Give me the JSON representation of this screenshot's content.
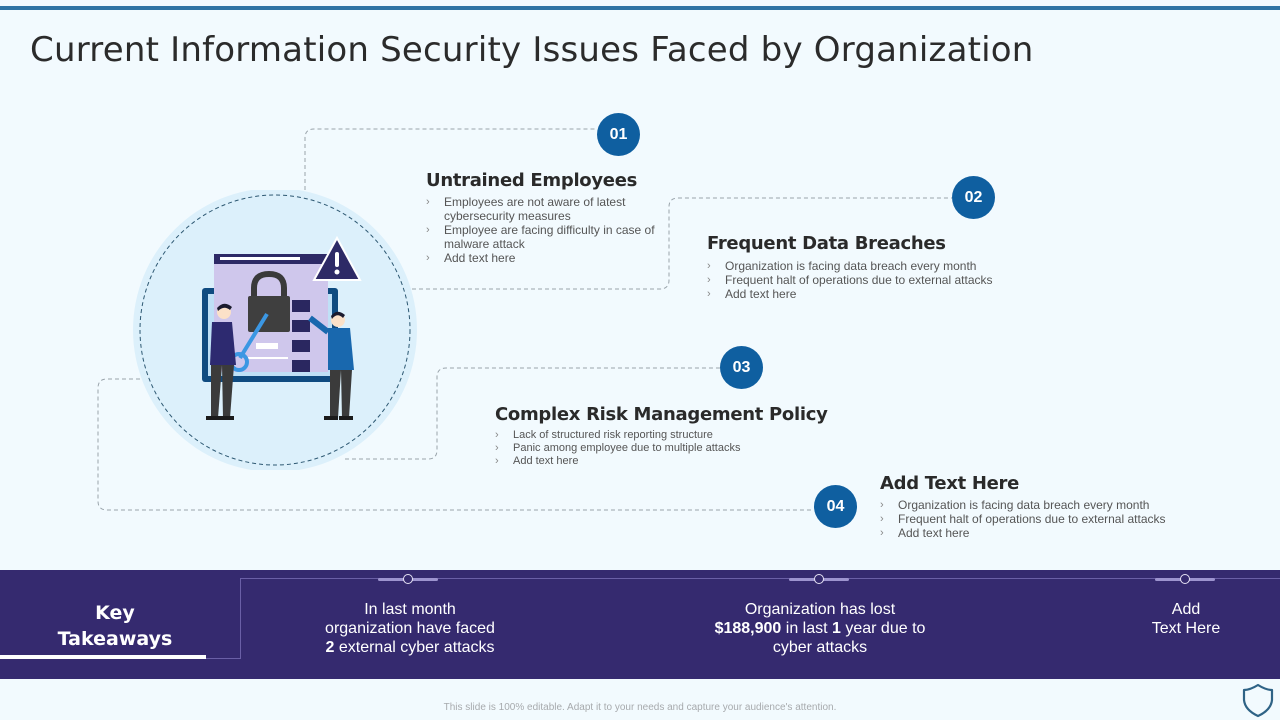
{
  "title": "Current Information Security Issues Faced by Organization",
  "colors": {
    "accent_blue": "#0f5fa0",
    "top_bar": "#2f74a4",
    "takeaway_bg": "#352a6f",
    "background": "#f2fafe"
  },
  "illustration": {
    "icon": "cyber-security-lock-key-illustration",
    "elements": [
      "padlock",
      "key",
      "warning-triangle",
      "folders",
      "two-people",
      "monitor"
    ]
  },
  "issues": [
    {
      "number": "01",
      "title": "Untrained Employees",
      "bullets": [
        "Employees are not aware of latest cybersecurity measures",
        "Employee are facing difficulty in case of malware attack",
        "Add text here"
      ]
    },
    {
      "number": "02",
      "title": "Frequent Data Breaches",
      "bullets": [
        "Organization is facing data breach every  month",
        "Frequent halt of operations due to external attacks",
        "Add text here"
      ]
    },
    {
      "number": "03",
      "title": "Complex Risk Management Policy",
      "bullets": [
        "Lack of structured risk reporting structure",
        "Panic among employee due to multiple  attacks",
        "Add text here"
      ]
    },
    {
      "number": "04",
      "title": "Add Text Here",
      "bullets": [
        "Organization is facing data breach every  month",
        "Frequent halt of operations due to external attacks",
        "Add text here"
      ]
    }
  ],
  "key_takeaways": {
    "title_line1": "Key",
    "title_line2": "Takeaways",
    "items": [
      {
        "line1": "In last month",
        "line2": "organization have faced",
        "line3_bold": "2",
        "line3_rest": " external cyber attacks"
      },
      {
        "line1": "Organization has lost",
        "line2_bold1": "$188,900",
        "line2_mid": " in last ",
        "line2_bold2": "1",
        "line2_rest": " year due to",
        "line3": "cyber attacks"
      },
      {
        "line1": "Add",
        "line2": "Text Here"
      }
    ]
  },
  "footer": {
    "note": "This slide is 100% editable.  Adapt it to your needs and capture your audience's attention.",
    "logo_icon": "shield-icon"
  }
}
